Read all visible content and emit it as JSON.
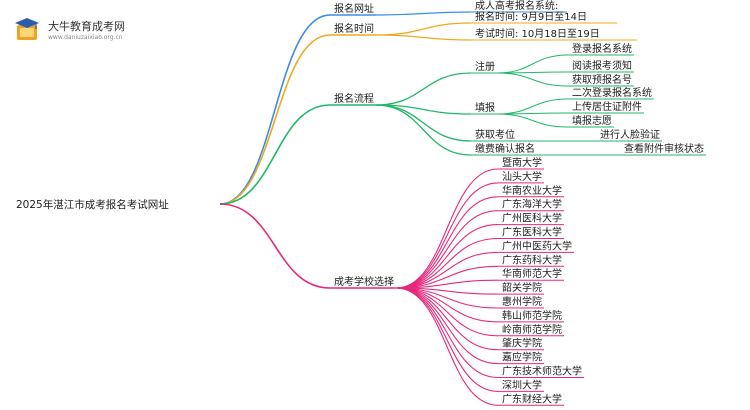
{
  "logo": {
    "title": "大牛教育成考网",
    "url": "www.daniuzaixiao.org.cn"
  },
  "root": "2025年湛江市成考报名考试网址",
  "colors": {
    "blue": "#3a8ee6",
    "orange": "#f0a81e",
    "green": "#1fb86a",
    "pink": "#e8287c"
  },
  "branches": [
    {
      "label": "报名网址",
      "color": "blue",
      "children": [
        {
          "label": "成人高考报名系统:"
        }
      ]
    },
    {
      "label": "报名时间",
      "color": "orange",
      "children": [
        {
          "label": "报名时间: 9月9日至14日"
        },
        {
          "label": "考试时间: 10月18日至19日"
        }
      ]
    },
    {
      "label": "报名流程",
      "color": "green",
      "children": [
        {
          "label": "注册",
          "children": [
            {
              "label": "登录报名系统"
            },
            {
              "label": "阅读报考须知"
            },
            {
              "label": "获取预报名号"
            }
          ]
        },
        {
          "label": "填报",
          "children": [
            {
              "label": "二次登录报名系统"
            },
            {
              "label": "上传居住证附件"
            },
            {
              "label": "填报志愿"
            }
          ]
        },
        {
          "label": "获取考位",
          "children": [
            {
              "label": "进行人脸验证"
            }
          ]
        },
        {
          "label": "缴费确认报名",
          "children": [
            {
              "label": "查看附件审核状态"
            }
          ]
        }
      ]
    },
    {
      "label": "成考学校选择",
      "color": "pink",
      "children": [
        {
          "label": "暨南大学"
        },
        {
          "label": "汕头大学"
        },
        {
          "label": "华南农业大学"
        },
        {
          "label": "广东海洋大学"
        },
        {
          "label": "广州医科大学"
        },
        {
          "label": "广东医科大学"
        },
        {
          "label": "广州中医药大学"
        },
        {
          "label": "广东药科大学"
        },
        {
          "label": "华南师范大学"
        },
        {
          "label": "韶关学院"
        },
        {
          "label": "惠州学院"
        },
        {
          "label": "韩山师范学院"
        },
        {
          "label": "岭南师范学院"
        },
        {
          "label": "肇庆学院"
        },
        {
          "label": "嘉应学院"
        },
        {
          "label": "广东技术师范大学"
        },
        {
          "label": "深圳大学"
        },
        {
          "label": "广东财经大学"
        }
      ]
    }
  ]
}
